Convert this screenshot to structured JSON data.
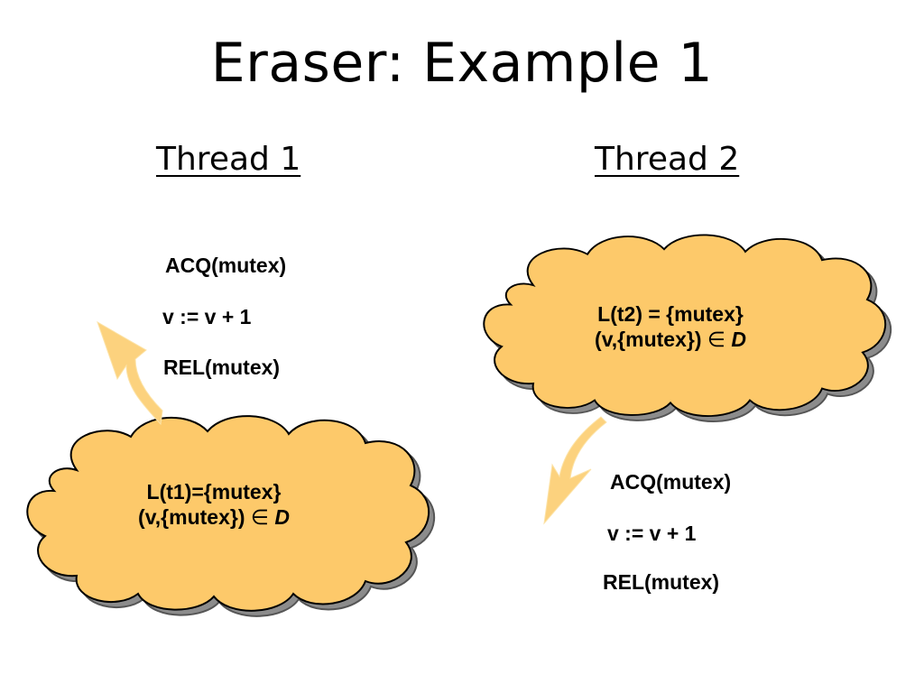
{
  "slide": {
    "title": "Eraser: Example 1",
    "thread1": {
      "heading": "Thread 1",
      "lines": [
        "ACQ(mutex)",
        "v := v + 1",
        "REL(mutex)"
      ]
    },
    "thread2": {
      "heading": "Thread 2",
      "lines": [
        "ACQ(mutex)",
        "v := v + 1",
        "REL(mutex)"
      ]
    },
    "cloud1": {
      "line1": "L(t1)={mutex}",
      "line2_prefix": "(v,{mutex}) ",
      "element_of": "∈",
      "set_name": "D"
    },
    "cloud2": {
      "line1": "L(t2) = {mutex}",
      "line2_prefix": "(v,{mutex}) ",
      "element_of": "∈",
      "set_name": "D"
    }
  },
  "colors": {
    "cloud_fill": "#FDC96A",
    "cloud_shadow": "#8C8C8C",
    "arrow_fill": "#FCD27E",
    "text": "#000000"
  },
  "icons": {
    "arrow1": "curved-arrow-up-icon",
    "arrow2": "curved-arrow-down-icon"
  }
}
